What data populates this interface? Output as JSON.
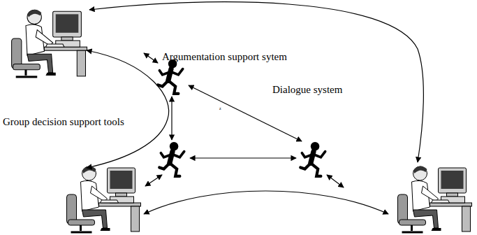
{
  "diagram": {
    "labels": [
      "Argumentation support sytem",
      "Dialogue system",
      "Group decision support tools",
      "z"
    ]
  }
}
